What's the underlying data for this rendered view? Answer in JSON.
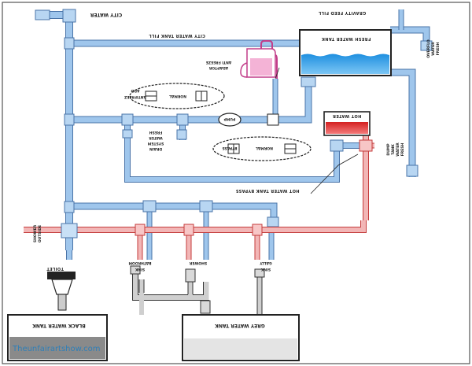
{
  "labels": {
    "city_water": "CITY WATER",
    "city_water_tank_fill": "CITY WATER TANK FILL",
    "gravity_feed_fill": "GRAVITY FEED FILL",
    "fresh_water_tank": "FRESH WATER TANK",
    "fresh_water_overflo_1": "FRESH",
    "fresh_water_overflo_2": "WATER",
    "fresh_water_overflo_3": "OVERFLO",
    "anti_freeze_adaptor_1": "ANTI FREEZE",
    "anti_freeze_adaptor_2": "ADAPTOR",
    "add_antifreeze_1": "ADD",
    "add_antifreeze_2": "ANTIFREEZ",
    "normal_1": "NORMAL",
    "pump": "PUMP",
    "hot_water": "HOT WATER",
    "fresh_water_system_drain_1": "FRESH",
    "fresh_water_system_drain_2": "WATER",
    "fresh_water_system_drain_3": "SYSTEM",
    "fresh_water_system_drain_4": "DRAIN",
    "bypass": "BYPASS",
    "normal_2": "NORMAL",
    "fresh_water_tank_dump_1": "FRESH",
    "fresh_water_tank_dump_2": "WATER",
    "fresh_water_tank_dump_3": "TANK",
    "fresh_water_tank_dump_4": "DUMP",
    "hot_water_tank_bypass": "HOT WATER TANK BYPASS",
    "outside_shower_1": "OUTSIDE",
    "outside_shower_2": "SHOWER",
    "toilet": "TOILET",
    "bathroom_sink_1": "BATHROOM",
    "bathroom_sink_2": "SINK",
    "shower": "SHOWER",
    "gally_sink_1": "GALLY",
    "gally_sink_2": "SINK",
    "black_water_tank": "BLACK WATER TANK",
    "grey_water_tank": "GREY WATER TANK"
  },
  "watermark": "Theunfairartshow.com",
  "colors": {
    "cold_pipe": "#9fc6ec",
    "hot_pipe": "#f2b6b6",
    "fresh_water": "#2b9be0",
    "hot_tank": "#e23a3a",
    "antifreeze_jug": "#e45aa6"
  }
}
